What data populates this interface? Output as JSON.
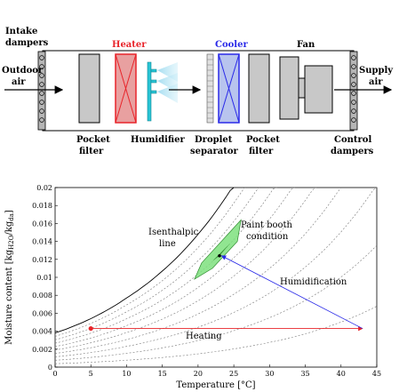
{
  "ahu": {
    "labels": {
      "intake_dampers_1": "Intake",
      "intake_dampers_2": "dampers",
      "outdoor_air_1": "Outdoor",
      "outdoor_air_2": "air",
      "heater": "Heater",
      "cooler": "Cooler",
      "fan": "Fan",
      "supply_air_1": "Supply",
      "supply_air_2": "air",
      "pocket_filter_1a": "Pocket",
      "pocket_filter_1b": "filter",
      "humidifier": "Humidifier",
      "droplet_separator_1": "Droplet",
      "droplet_separator_2": "separator",
      "pocket_filter_2a": "Pocket",
      "pocket_filter_2b": "filter",
      "control_dampers_1": "Control",
      "control_dampers_2": "dampers"
    },
    "colors": {
      "heater": "#e8242a",
      "cooler": "#2a2ae8",
      "humidifier": "#29c4d4",
      "filter_fill": "#c8c8c8"
    }
  },
  "chart_data": {
    "type": "line",
    "xlabel": "Temperature [°C]",
    "ylabel": "Moisture content [kg",
    "ylabel_sub1": "H2O",
    "ylabel_mid": "/kg",
    "ylabel_sub2": "da",
    "ylabel_end": "]",
    "xlim": [
      0,
      45
    ],
    "ylim": [
      0,
      0.02
    ],
    "xticks": [
      "0",
      "5",
      "10",
      "15",
      "20",
      "25",
      "30",
      "35",
      "40",
      "45"
    ],
    "yticks": [
      "0",
      "0.002",
      "0.004",
      "0.006",
      "0.008",
      "0.01",
      "0.012",
      "0.014",
      "0.016",
      "0.018",
      "0.02"
    ],
    "saturation_curve": {
      "x": [
        0,
        5,
        10,
        15,
        20,
        25,
        30
      ],
      "y": [
        0.0038,
        0.0054,
        0.0077,
        0.0107,
        0.0148,
        0.0203,
        0.0275
      ]
    },
    "relative_humidity_curves": [
      0.9,
      0.8,
      0.7,
      0.6,
      0.5,
      0.4,
      0.3,
      0.2,
      0.1
    ],
    "paint_booth_region": {
      "polygon": [
        [
          19.5,
          0.0098
        ],
        [
          20.5,
          0.0116
        ],
        [
          26,
          0.0164
        ],
        [
          25.5,
          0.014
        ],
        [
          22,
          0.011
        ]
      ],
      "inner_polygon": [
        [
          22,
          0.0118
        ],
        [
          24.5,
          0.0138
        ],
        [
          23,
          0.0124
        ]
      ],
      "center": [
        23,
        0.0124
      ]
    },
    "annotations": {
      "isenthalpic_1": "Isenthalpic",
      "isenthalpic_2": "line",
      "paint_booth_1": "Paint booth",
      "paint_booth_2": "condition",
      "humidification": "Humidification",
      "heating": "Heating"
    },
    "heating_line": {
      "start": [
        5,
        0.0043
      ],
      "end": [
        43,
        0.0043
      ]
    },
    "humidification_line": {
      "start": [
        43,
        0.0043
      ],
      "end": [
        23.3,
        0.0124
      ]
    },
    "colors": {
      "heating": "#e8242a",
      "humidification": "#2a2ae8",
      "region": "#7ee07e",
      "region_dark": "#2e8b2e"
    }
  }
}
